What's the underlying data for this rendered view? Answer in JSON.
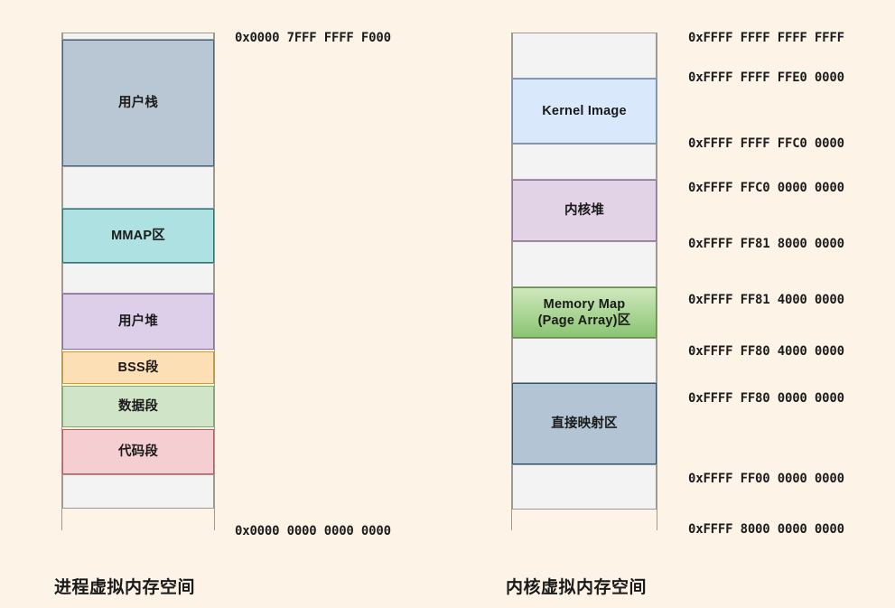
{
  "diagram": {
    "background_color": "#fdf4e7",
    "left_panel": {
      "caption": "进程虚拟内存空间",
      "blocks": [
        {
          "label": "",
          "kind": "gap",
          "color": "#f3f3f3"
        },
        {
          "label": "用户栈",
          "kind": "stack",
          "color": "#b9c7d4"
        },
        {
          "label": "",
          "kind": "gap",
          "color": "#f3f3f3"
        },
        {
          "label": "MMAP区",
          "kind": "mmap",
          "color": "#aee1e2"
        },
        {
          "label": "",
          "kind": "gap",
          "color": "#f3f3f3"
        },
        {
          "label": "用户堆",
          "kind": "heap",
          "color": "#ddcfe9"
        },
        {
          "label": "BSS段",
          "kind": "bss",
          "color": "#fcdfb5"
        },
        {
          "label": "数据段",
          "kind": "data",
          "color": "#d0e5c8"
        },
        {
          "label": "代码段",
          "kind": "text",
          "color": "#f5ced1"
        },
        {
          "label": "",
          "kind": "gap",
          "color": "#f3f3f3"
        }
      ],
      "addresses": [
        {
          "text": "0x0000 7FFF FFFF F000"
        },
        {
          "text": "0x0000 0000 0000 0000"
        }
      ]
    },
    "right_panel": {
      "caption": "内核虚拟内存空间",
      "blocks": [
        {
          "label": "",
          "kind": "gap",
          "color": "#f3f3f3"
        },
        {
          "label": "Kernel Image",
          "kind": "kimage",
          "color": "#d9e8fb"
        },
        {
          "label": "",
          "kind": "gap",
          "color": "#f3f3f3"
        },
        {
          "label": "内核堆",
          "kind": "kheap",
          "color": "#e2d3e6"
        },
        {
          "label": "",
          "kind": "gap",
          "color": "#f3f3f3"
        },
        {
          "label": "Memory Map\n(Page Array)区",
          "kind": "memmap",
          "color": "#8ac572"
        },
        {
          "label": "",
          "kind": "gap",
          "color": "#f3f3f3"
        },
        {
          "label": "直接映射区",
          "kind": "direct",
          "color": "#b3c5d5"
        },
        {
          "label": "",
          "kind": "gap",
          "color": "#f3f3f3"
        }
      ],
      "addresses": [
        {
          "text": "0xFFFF FFFF FFFF FFFF"
        },
        {
          "text": "0xFFFF FFFF FFE0 0000"
        },
        {
          "text": "0xFFFF FFFF FFC0 0000"
        },
        {
          "text": "0xFFFF FFC0 0000 0000"
        },
        {
          "text": "0xFFFF FF81 8000 0000"
        },
        {
          "text": "0xFFFF FF81 4000 0000"
        },
        {
          "text": "0xFFFF FF80 4000 0000"
        },
        {
          "text": "0xFFFF FF80 0000 0000"
        },
        {
          "text": "0xFFFF FF00 0000 0000"
        },
        {
          "text": "0xFFFF 8000 0000 0000"
        }
      ]
    }
  }
}
